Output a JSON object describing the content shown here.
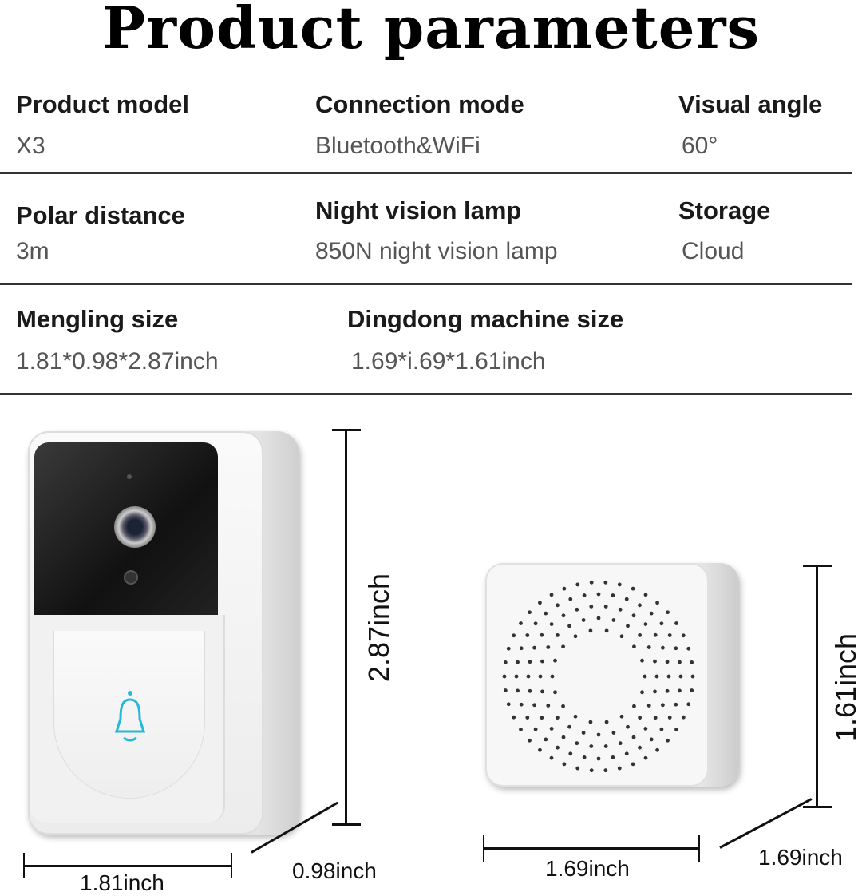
{
  "title": "Product parameters",
  "params": [
    {
      "label": "Product model",
      "value": "X3"
    },
    {
      "label": "Connection mode",
      "value": "Bluetooth&WiFi"
    },
    {
      "label": "Visual angle",
      "value": "60°"
    },
    {
      "label": "Polar distance",
      "value": "3m"
    },
    {
      "label": "Night vision lamp",
      "value": "850N night vision lamp"
    },
    {
      "label": "Storage",
      "value": "Cloud"
    },
    {
      "label": "Mengling size",
      "value": "1.81*0.98*2.87inch"
    },
    {
      "label": "Dingdong machine size",
      "value": "1.69*i.69*1.61inch"
    }
  ],
  "dimensions": {
    "doorbell_height": "2.87inch",
    "doorbell_width": "1.81inch",
    "doorbell_depth": "0.98inch",
    "chime_height": "1.61inch",
    "chime_width": "1.69inch",
    "chime_depth": "1.69inch"
  },
  "colors": {
    "bell_icon": "#27b8d8"
  }
}
